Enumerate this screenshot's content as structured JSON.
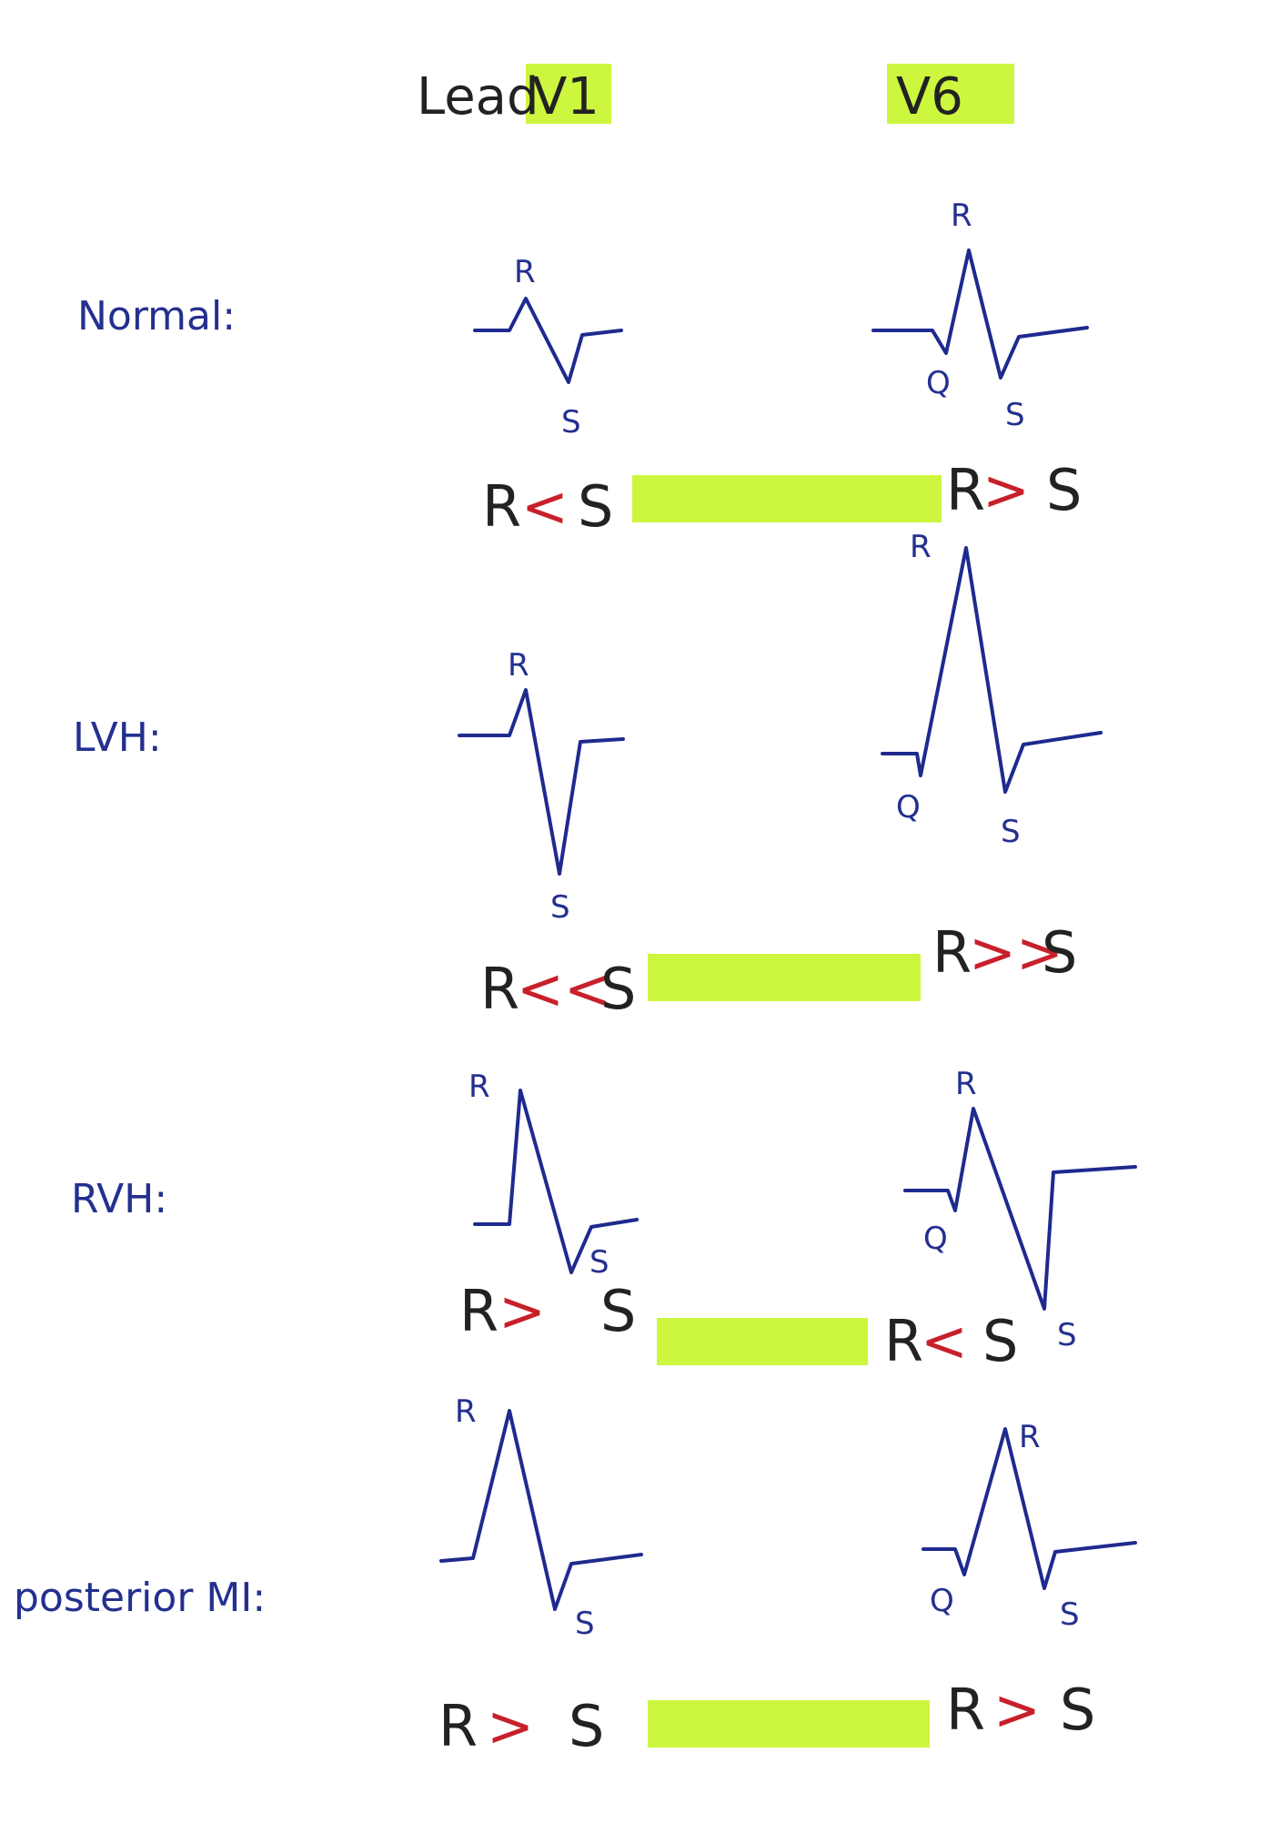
{
  "header": {
    "lead_word": "Lead",
    "v1": "V1",
    "v6": "V6"
  },
  "colors": {
    "highlight": "#c8f52a",
    "ink_blue": "#1f2a8f",
    "ink_red": "#c8202a",
    "ink_black": "#222222"
  },
  "rows": [
    {
      "condition": "Normal:",
      "v1": {
        "R": "R",
        "S": "S"
      },
      "v6": {
        "R": "R",
        "Q": "Q",
        "S": "S"
      },
      "v1_compare": {
        "left": "R",
        "op": "<",
        "right": "S"
      },
      "v6_compare": {
        "left": "R",
        "op": ">",
        "right": "S"
      }
    },
    {
      "condition": "LVH:",
      "v1": {
        "R": "R",
        "S": "S"
      },
      "v6": {
        "R": "R",
        "Q": "Q",
        "S": "S"
      },
      "v1_compare": {
        "left": "R",
        "op": "<<",
        "right": "S"
      },
      "v6_compare": {
        "left": "R",
        "op": ">>",
        "right": "S"
      }
    },
    {
      "condition": "RVH:",
      "v1": {
        "R": "R",
        "S": "S"
      },
      "v6": {
        "R": "R",
        "Q": "Q",
        "S": "S"
      },
      "v1_compare": {
        "left": "R",
        "op": ">",
        "right": "S"
      },
      "v6_compare": {
        "left": "R",
        "op": "<",
        "right": "S"
      }
    },
    {
      "condition": "posterior MI:",
      "v1": {
        "R": "R",
        "S": "S"
      },
      "v6": {
        "R": "R",
        "Q": "Q",
        "S": "S"
      },
      "v1_compare": {
        "left": "R",
        "op": ">",
        "right": "S"
      },
      "v6_compare": {
        "left": "R",
        "op": ">",
        "right": "S"
      }
    }
  ]
}
